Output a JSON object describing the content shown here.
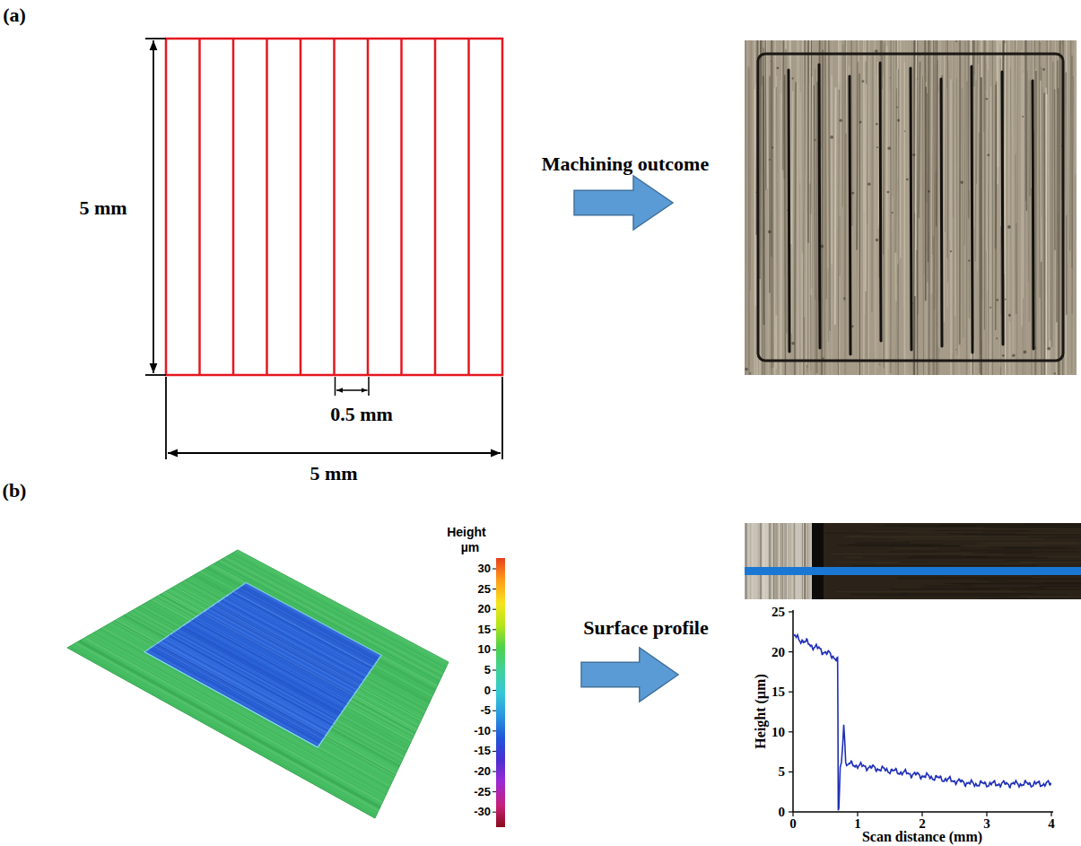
{
  "diagram": {
    "labels": [
      "(a)",
      "5 mm",
      "0.5 mm",
      "5 mm",
      "Machining outcome",
      "(b)",
      "Height",
      "µm",
      "30",
      "25",
      "20",
      "15",
      "10",
      "5",
      "0",
      "-5",
      "-10",
      "-15",
      "-20",
      "-25",
      "-30",
      "Surface profile",
      "25",
      "20",
      "15",
      "10",
      "5",
      "0",
      "0",
      "1",
      "2",
      "3",
      "4",
      "Height (µm)",
      "Scan distance (mm)"
    ]
  }
}
